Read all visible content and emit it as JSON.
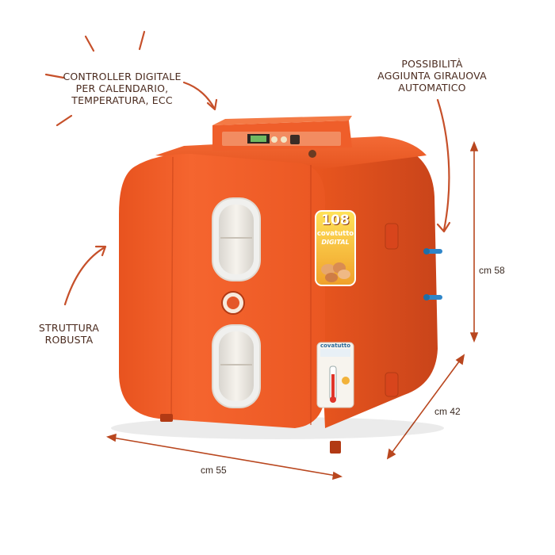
{
  "annotations": {
    "controller": [
      "CONTROLLER DIGITALE",
      "PER CALENDARIO,",
      "TEMPERATURA, ECC"
    ],
    "girauova": [
      "POSSIBILITÀ",
      "AGGIUNTA GIRAUOVA",
      "AUTOMATICO"
    ],
    "struttura": [
      "STRUTTURA",
      "ROBUSTA"
    ]
  },
  "dimensions": {
    "height": "cm 58",
    "depth": "cm 42",
    "width": "cm 55"
  },
  "product": {
    "model_number": "108",
    "brand": "covatutto",
    "variant": "DIGITAL",
    "body_color": "#f0582a",
    "dark_color": "#d8451c",
    "window_color": "#f2eee7"
  }
}
